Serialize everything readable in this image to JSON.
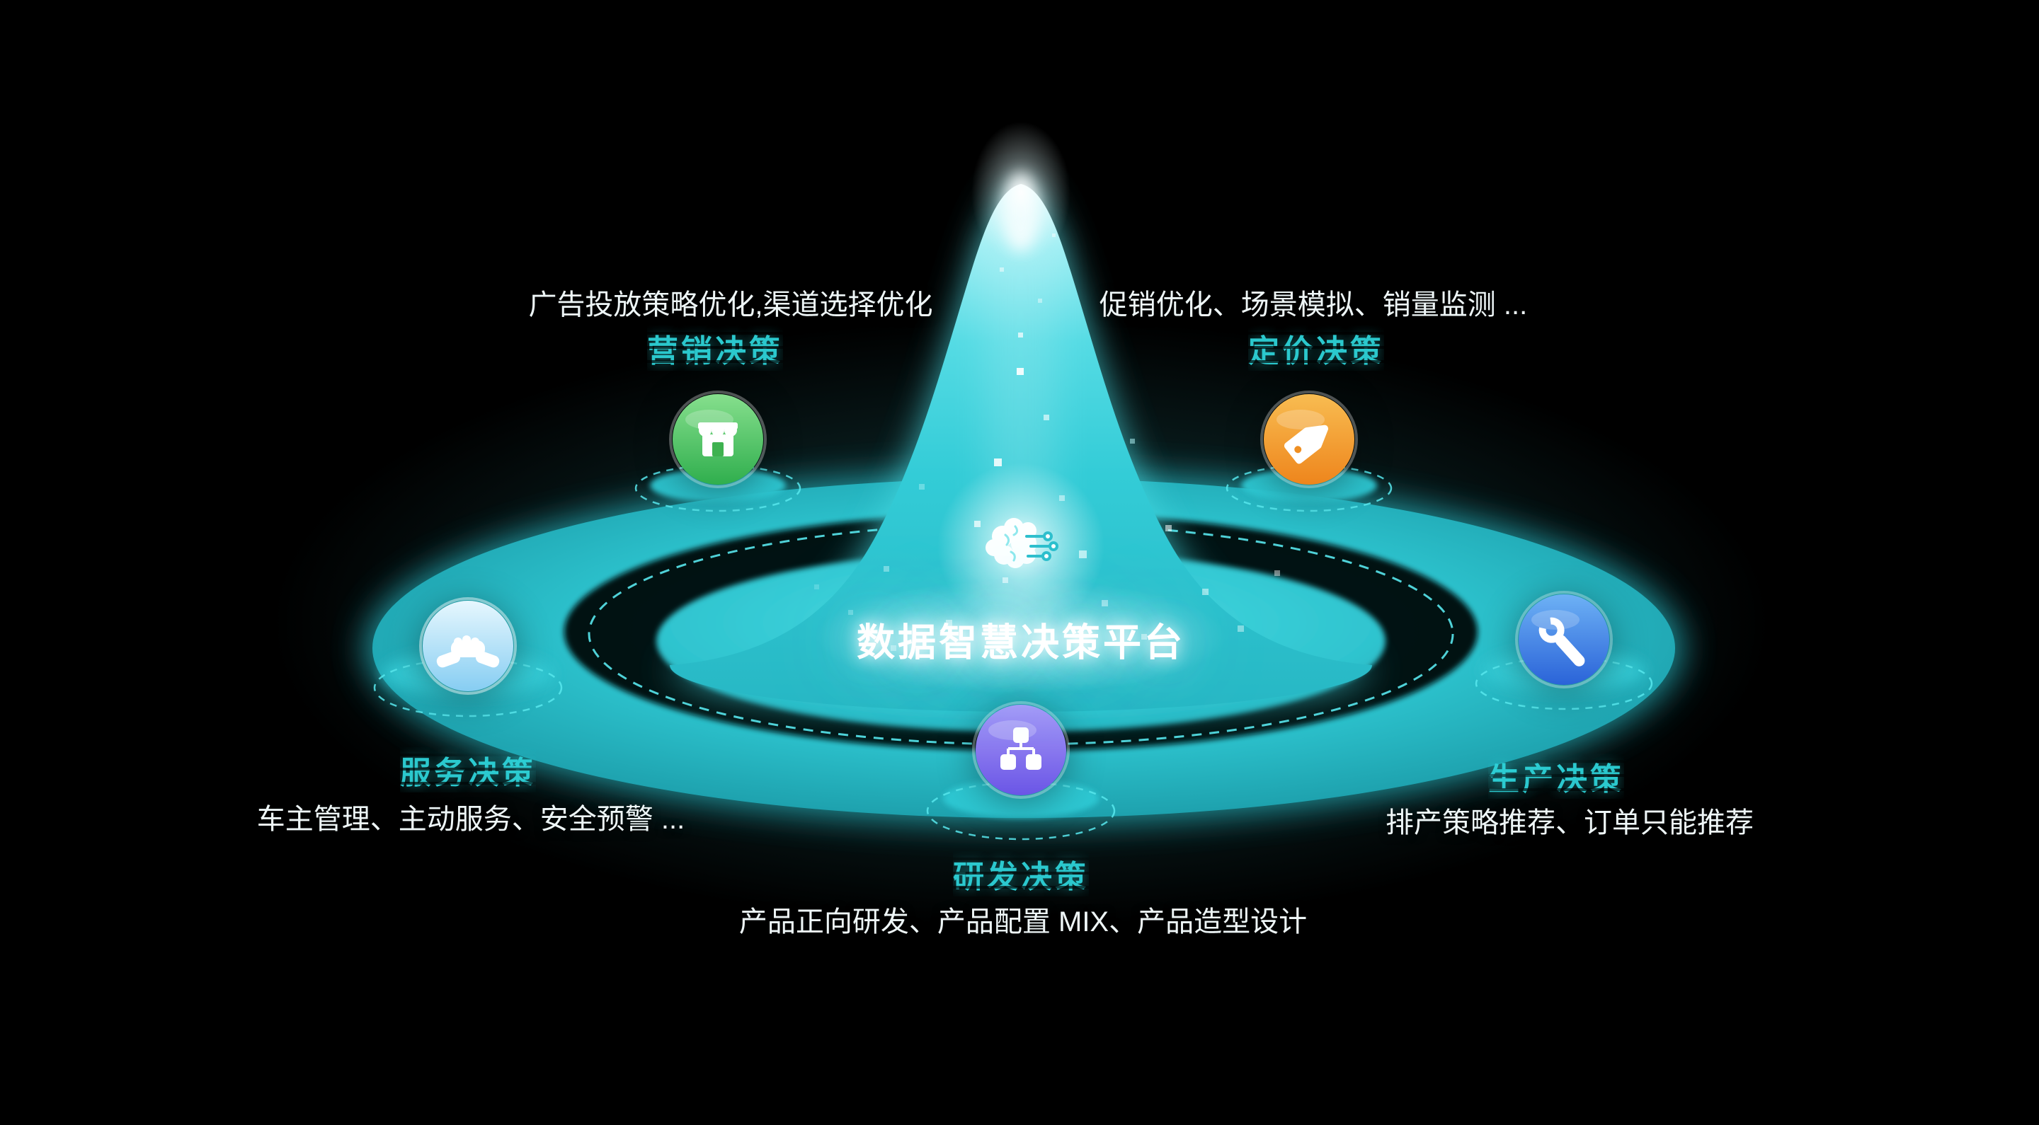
{
  "center": {
    "title": "数据智慧决策平台",
    "icon": "brain-circuit-icon"
  },
  "nodes": [
    {
      "id": "marketing",
      "label": "营销决策",
      "desc": "广告投放策略优化,渠道选择优化",
      "icon": "storefront-icon",
      "accent": "#49c455"
    },
    {
      "id": "pricing",
      "label": "定价决策",
      "desc": "促销优化、场景模拟、销量监测 ...",
      "icon": "price-tag-icon",
      "accent": "#f09a30"
    },
    {
      "id": "service",
      "label": "服务决策",
      "desc": "车主管理、主动服务、安全预警 ...",
      "icon": "handshake-icon",
      "accent": "#9ad8f2"
    },
    {
      "id": "production",
      "label": "生产决策",
      "desc": "排产策略推荐、订单只能推荐",
      "icon": "wrench-icon",
      "accent": "#3f82e8"
    },
    {
      "id": "rnd",
      "label": "研发决策",
      "desc": "产品正向研发、产品配置 MIX、产品造型设计",
      "icon": "org-chart-icon",
      "accent": "#7f6cf0"
    }
  ],
  "colors": {
    "teal": "#2cc8d4",
    "background": "#000000"
  }
}
